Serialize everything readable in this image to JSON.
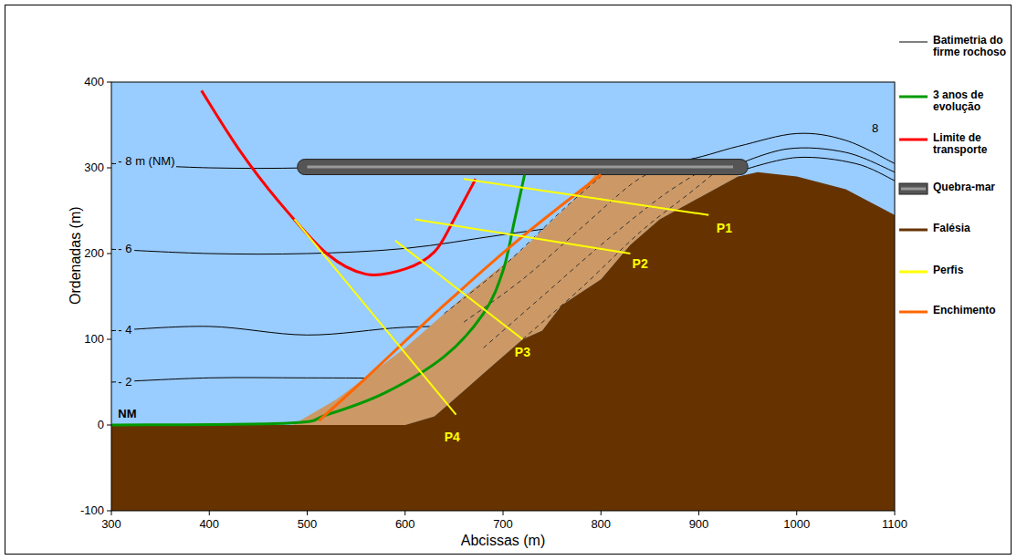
{
  "diagram": {
    "labels": [
      "- 8 m (NM)",
      "8",
      "- 6",
      "- 4",
      "- 2",
      "NM",
      "P1",
      "P2",
      "P3",
      "P4",
      "400",
      "300",
      "200",
      "100",
      "0",
      "-100",
      "300",
      "400",
      "500",
      "600",
      "700",
      "800",
      "900",
      "1000",
      "1100",
      "Ordenadas (m)",
      "Abcissas (m)"
    ],
    "legend": [
      {
        "text": "Batimetria do firme rochoso"
      },
      {
        "text": "3 anos de evolução"
      },
      {
        "text": "Limite de transporte"
      },
      {
        "text": "Quebra-mar"
      },
      {
        "text": "Falésia"
      },
      {
        "text": "Perfis"
      },
      {
        "text": "Enchimento"
      }
    ]
  }
}
